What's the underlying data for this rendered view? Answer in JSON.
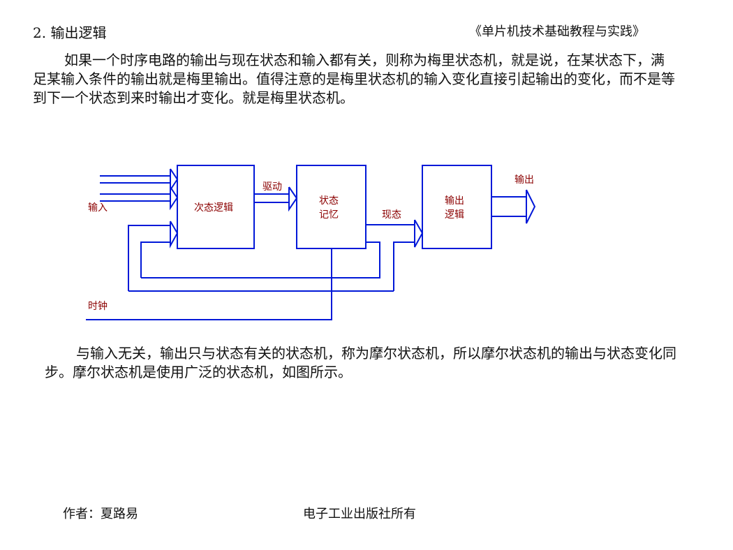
{
  "header": {
    "heading": "2. 输出逻辑",
    "book_title": "《单片机技术基础教程与实践》"
  },
  "paragraphs": {
    "mealy": "如果一个时序电路的输出与现在状态和输入都有关，则称为梅里状态机，就是说，在某状态下，满足某输入条件的输出就是梅里输出。值得注意的是梅里状态机的输入变化直接引起输出的变化，而不是等到下一个状态到来时输出才变化。就是梅里状态机。",
    "moore": "与输入无关，输出只与状态有关的状态机，称为摩尔状态机，所以摩尔状态机的输出与状态变化同步。摩尔状态机是使用广泛的状态机，如图所示。"
  },
  "diagram": {
    "colors": {
      "line": "#0018d8",
      "label": "#8b0000",
      "block_text": "#8b0000"
    },
    "blocks": {
      "next_state": "次态逻辑",
      "state_memory_1": "状态",
      "state_memory_2": "记忆",
      "output_logic_1": "输出",
      "output_logic_2": "逻辑"
    },
    "labels": {
      "input": "输入",
      "drive": "驱动",
      "current_state": "现态",
      "output": "输出",
      "clock": "时钟"
    }
  },
  "footer": {
    "author": "作者：夏路易",
    "publisher": "电子工业出版社所有"
  }
}
